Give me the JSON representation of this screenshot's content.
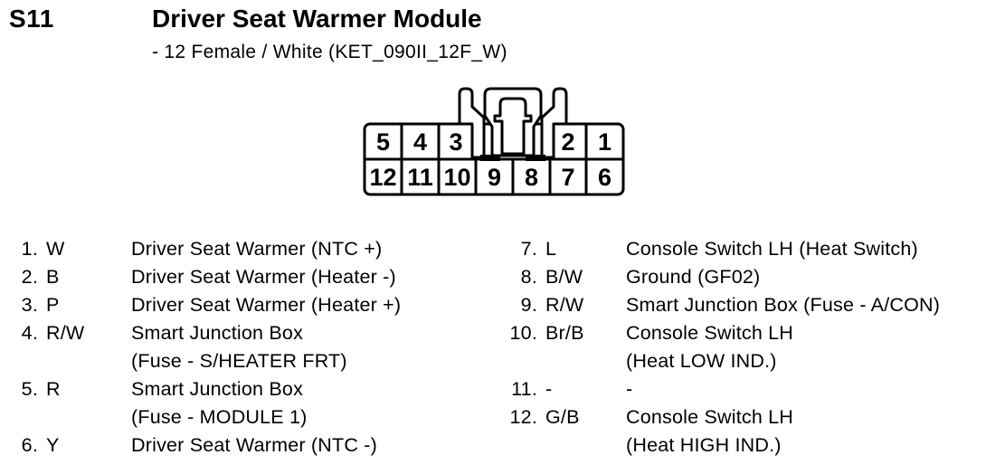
{
  "colors": {
    "ink": "#000000",
    "background": "#ffffff"
  },
  "header": {
    "connector_id": "S11",
    "title": "Driver Seat Warmer Module",
    "subtitle": "- 12 Female / White (KET_090II_12F_W)"
  },
  "connector": {
    "top_row": [
      "5",
      "4",
      "3",
      "2",
      "1"
    ],
    "bottom_row": [
      "12",
      "11",
      "10",
      "9",
      "8",
      "7",
      "6"
    ]
  },
  "pins": {
    "left": [
      {
        "num": "1.",
        "code": "W",
        "desc": [
          "Driver Seat Warmer (NTC +)"
        ]
      },
      {
        "num": "2.",
        "code": "B",
        "desc": [
          "Driver Seat Warmer (Heater -)"
        ]
      },
      {
        "num": "3.",
        "code": "P",
        "desc": [
          "Driver Seat Warmer (Heater +)"
        ]
      },
      {
        "num": "4.",
        "code": "R/W",
        "desc": [
          "Smart Junction Box",
          "(Fuse - S/HEATER FRT)"
        ]
      },
      {
        "num": "5.",
        "code": "R",
        "desc": [
          "Smart Junction Box",
          "(Fuse - MODULE 1)"
        ]
      },
      {
        "num": "6.",
        "code": "Y",
        "desc": [
          "Driver Seat Warmer (NTC -)"
        ]
      }
    ],
    "right": [
      {
        "num": "7.",
        "code": "L",
        "desc": [
          "Console Switch LH (Heat Switch)"
        ]
      },
      {
        "num": "8.",
        "code": "B/W",
        "desc": [
          "Ground (GF02)"
        ]
      },
      {
        "num": "9.",
        "code": "R/W",
        "desc": [
          "Smart Junction Box (Fuse - A/CON)"
        ]
      },
      {
        "num": "10.",
        "code": "Br/B",
        "desc": [
          "Console Switch LH",
          "(Heat LOW IND.)"
        ]
      },
      {
        "num": "11.",
        "code": "-",
        "desc": [
          "-"
        ]
      },
      {
        "num": "12.",
        "code": "G/B",
        "desc": [
          "Console Switch LH",
          "(Heat HIGH IND.)"
        ]
      }
    ]
  }
}
